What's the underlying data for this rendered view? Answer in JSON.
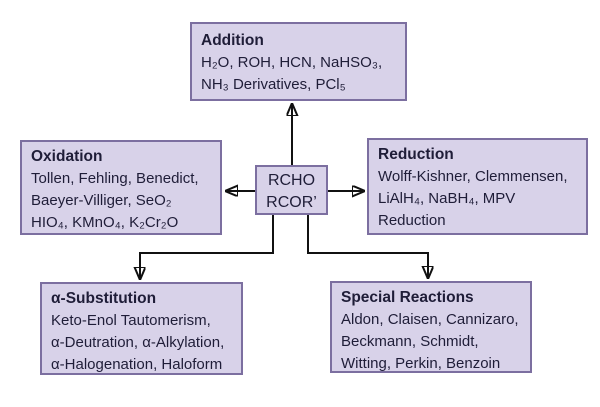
{
  "colors": {
    "background": "#ffffff",
    "box_fill": "#d8d2e9",
    "box_border": "#7c6fa0",
    "text": "#1f1d38",
    "arrow": "#111111"
  },
  "diagram": {
    "center": {
      "lines": [
        "RCHO",
        "RCOR’"
      ]
    },
    "addition": {
      "title": "Addition",
      "lines": [
        "H₂O, ROH, HCN, NaHSO₃,",
        "NH₃ Derivatives, PCl₅"
      ]
    },
    "oxidation": {
      "title": "Oxidation",
      "lines": [
        "Tollen, Fehling, Benedict,",
        "Baeyer-Villiger, SeO₂",
        "HIO₄, KMnO₄, K₂Cr₂O"
      ]
    },
    "reduction": {
      "title": "Reduction",
      "lines": [
        "Wolff-Kishner, Clemmensen,",
        "LiAlH₄, NaBH₄, MPV",
        "Reduction"
      ]
    },
    "alpha_substitution": {
      "title": "α-Substitution",
      "lines": [
        "Keto-Enol Tautomerism,",
        "α-Deutration, α-Alkylation,",
        "α-Halogenation, Haloform"
      ]
    },
    "special_reactions": {
      "title": "Special Reactions",
      "lines": [
        "Aldon, Claisen, Cannizaro,",
        "Beckmann, Schmidt,",
        "Witting, Perkin, Benzoin"
      ]
    }
  }
}
